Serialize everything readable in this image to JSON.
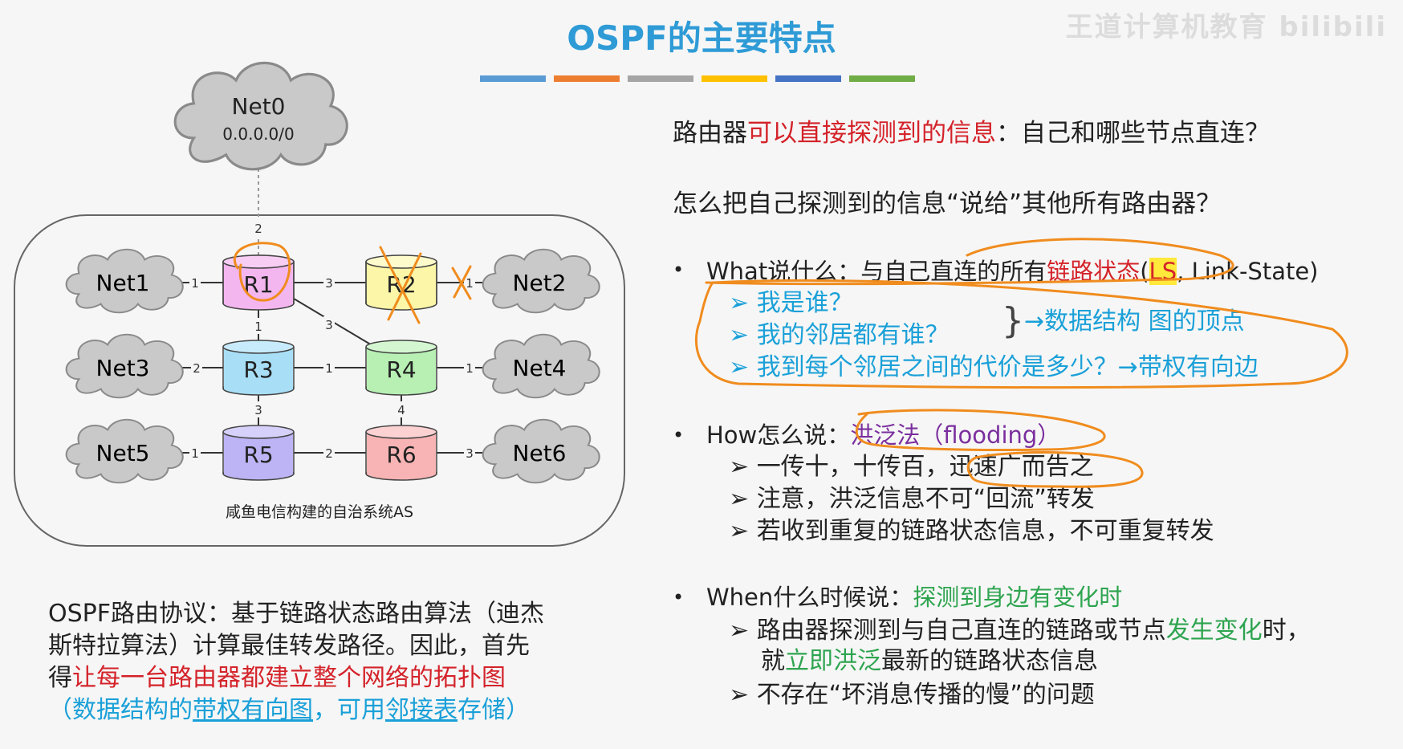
{
  "title": "OSPF的主要特点",
  "watermark": "王道计算机教育 bilibili",
  "colors": {
    "title": "#2e9bd6",
    "bars": [
      "#5b9bd5",
      "#ed7d31",
      "#a5a5a5",
      "#ffc000",
      "#4472c4",
      "#70ad47"
    ],
    "red": "#d4232a",
    "blue": "#1aa0d8",
    "purple": "#7b2f9e",
    "green": "#2ea44f",
    "annotation": "#f08c1e"
  },
  "diagram": {
    "clouds": [
      {
        "name": "Net0",
        "sub": "0.0.0.0/0"
      },
      {
        "name": "Net1"
      },
      {
        "name": "Net2"
      },
      {
        "name": "Net3"
      },
      {
        "name": "Net4"
      },
      {
        "name": "Net5"
      },
      {
        "name": "Net6"
      }
    ],
    "routers": [
      "R1",
      "R2",
      "R3",
      "R4",
      "R5",
      "R6"
    ],
    "edge_costs": {
      "net0_r1": "2",
      "net1_r1": "1",
      "r1_r2": "3",
      "r2_net2": "1",
      "r1_r3": "1",
      "r1_r4": "3",
      "net3_r3": "2",
      "r3_r4": "1",
      "r4_net4": "1",
      "r3_r5": "3",
      "r4_r6": "4",
      "net5_r5": "1",
      "r5_r6": "2",
      "r6_net6": "3"
    },
    "as_label": "咸鱼电信构建的自治系统AS"
  },
  "right": {
    "q1": {
      "a": "路由器",
      "b": "可以直接探测到的信息",
      "c": "：自己和哪些节点直连？"
    },
    "q2": "怎么把自己探测到的信息“说给”其他所有路由器？",
    "what": {
      "label": "What说什么：与自己直连的所有",
      "red": "链路状态",
      "paren_open": "(",
      "ls": "LS",
      "rest": ", Link-State)",
      "items": [
        "我是谁？",
        "我的邻居都有谁？",
        "我到每个邻居之间的代价是多少？→带权有向边"
      ],
      "brace_note": "→数据结构 图的顶点"
    },
    "how": {
      "label": "How怎么说：",
      "purple": "洪泛法（flooding）",
      "items": [
        "一传十，十传百，迅速广而告之",
        "注意，洪泛信息不可“回流”转发",
        "若收到重复的链路状态信息，不可重复转发"
      ]
    },
    "when": {
      "label": "When什么时候说：",
      "green": "探测到身边有变化时",
      "item1a": "路由器探测到与自己直连的链路或节点",
      "item1b": "发生变化",
      "item1c": "时，",
      "item1d": "就",
      "item1e": "立即洪泛",
      "item1f": "最新的链路状态信息",
      "item2": "不存在“坏消息传播的慢”的问题"
    }
  },
  "bottom": {
    "line1": "OSPF路由协议：基于链路状态路由算法（迪杰",
    "line2": "斯特拉算法）计算最佳转发路径。因此，首先",
    "line3a": "得",
    "line3b": "让每一台路由器都建立整个网络的拓扑图",
    "line4a": "（数据结构的",
    "line4b": "带权有向图",
    "line4c": "，可用",
    "line4d": "邻接表",
    "line4e": "存储）"
  }
}
